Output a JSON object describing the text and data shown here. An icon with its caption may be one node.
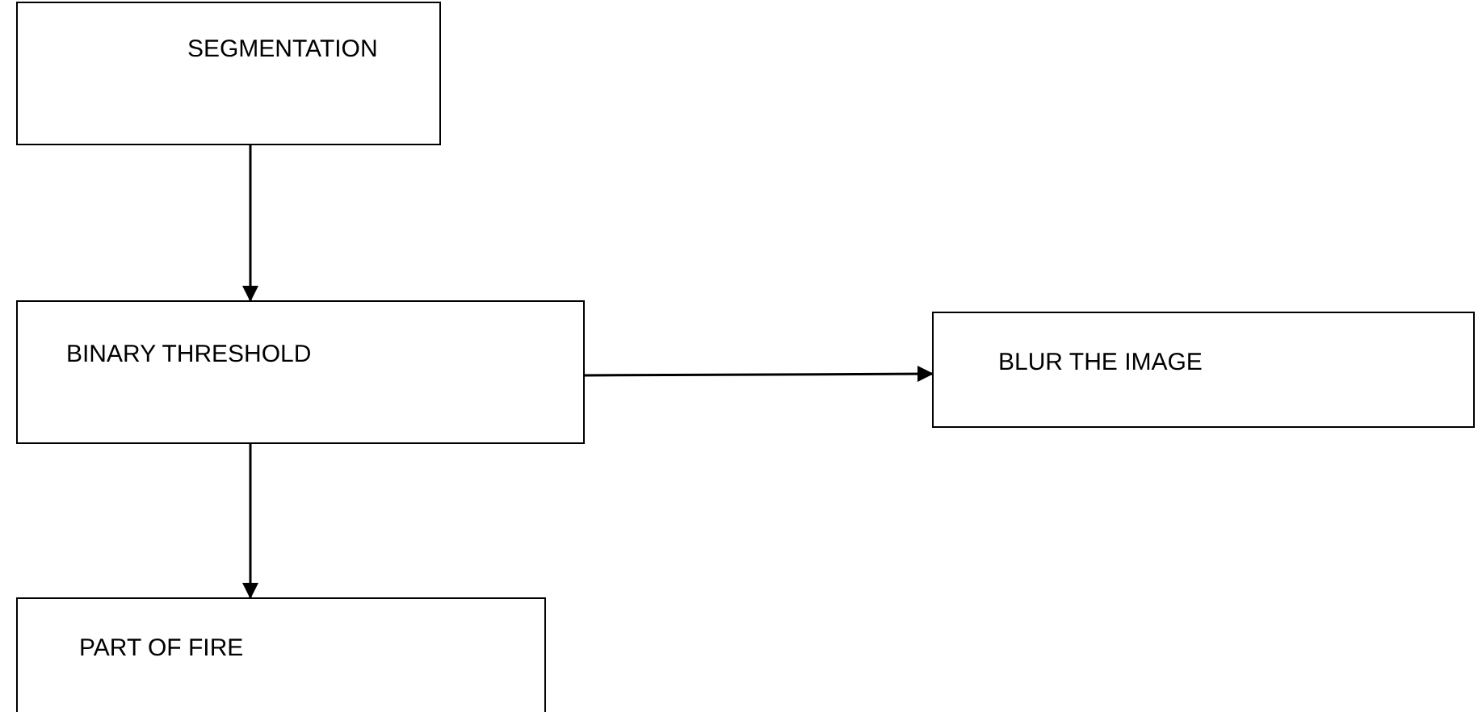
{
  "diagram": {
    "nodes": [
      {
        "text": [
          "SEGMENTATION"
        ]
      },
      {
        "text": [
          "BINARY THRESHOLD"
        ]
      },
      {
        "text": [
          "BLUR THE IMAGE"
        ]
      },
      {
        "text": [
          "PART OF FIRE"
        ]
      }
    ],
    "edges": [
      {
        "from": 0,
        "to": 1,
        "arrow": "to"
      },
      {
        "from": 1,
        "to": 2,
        "arrow": "to"
      },
      {
        "from": 1,
        "to": 3,
        "arrow": "to"
      }
    ]
  }
}
